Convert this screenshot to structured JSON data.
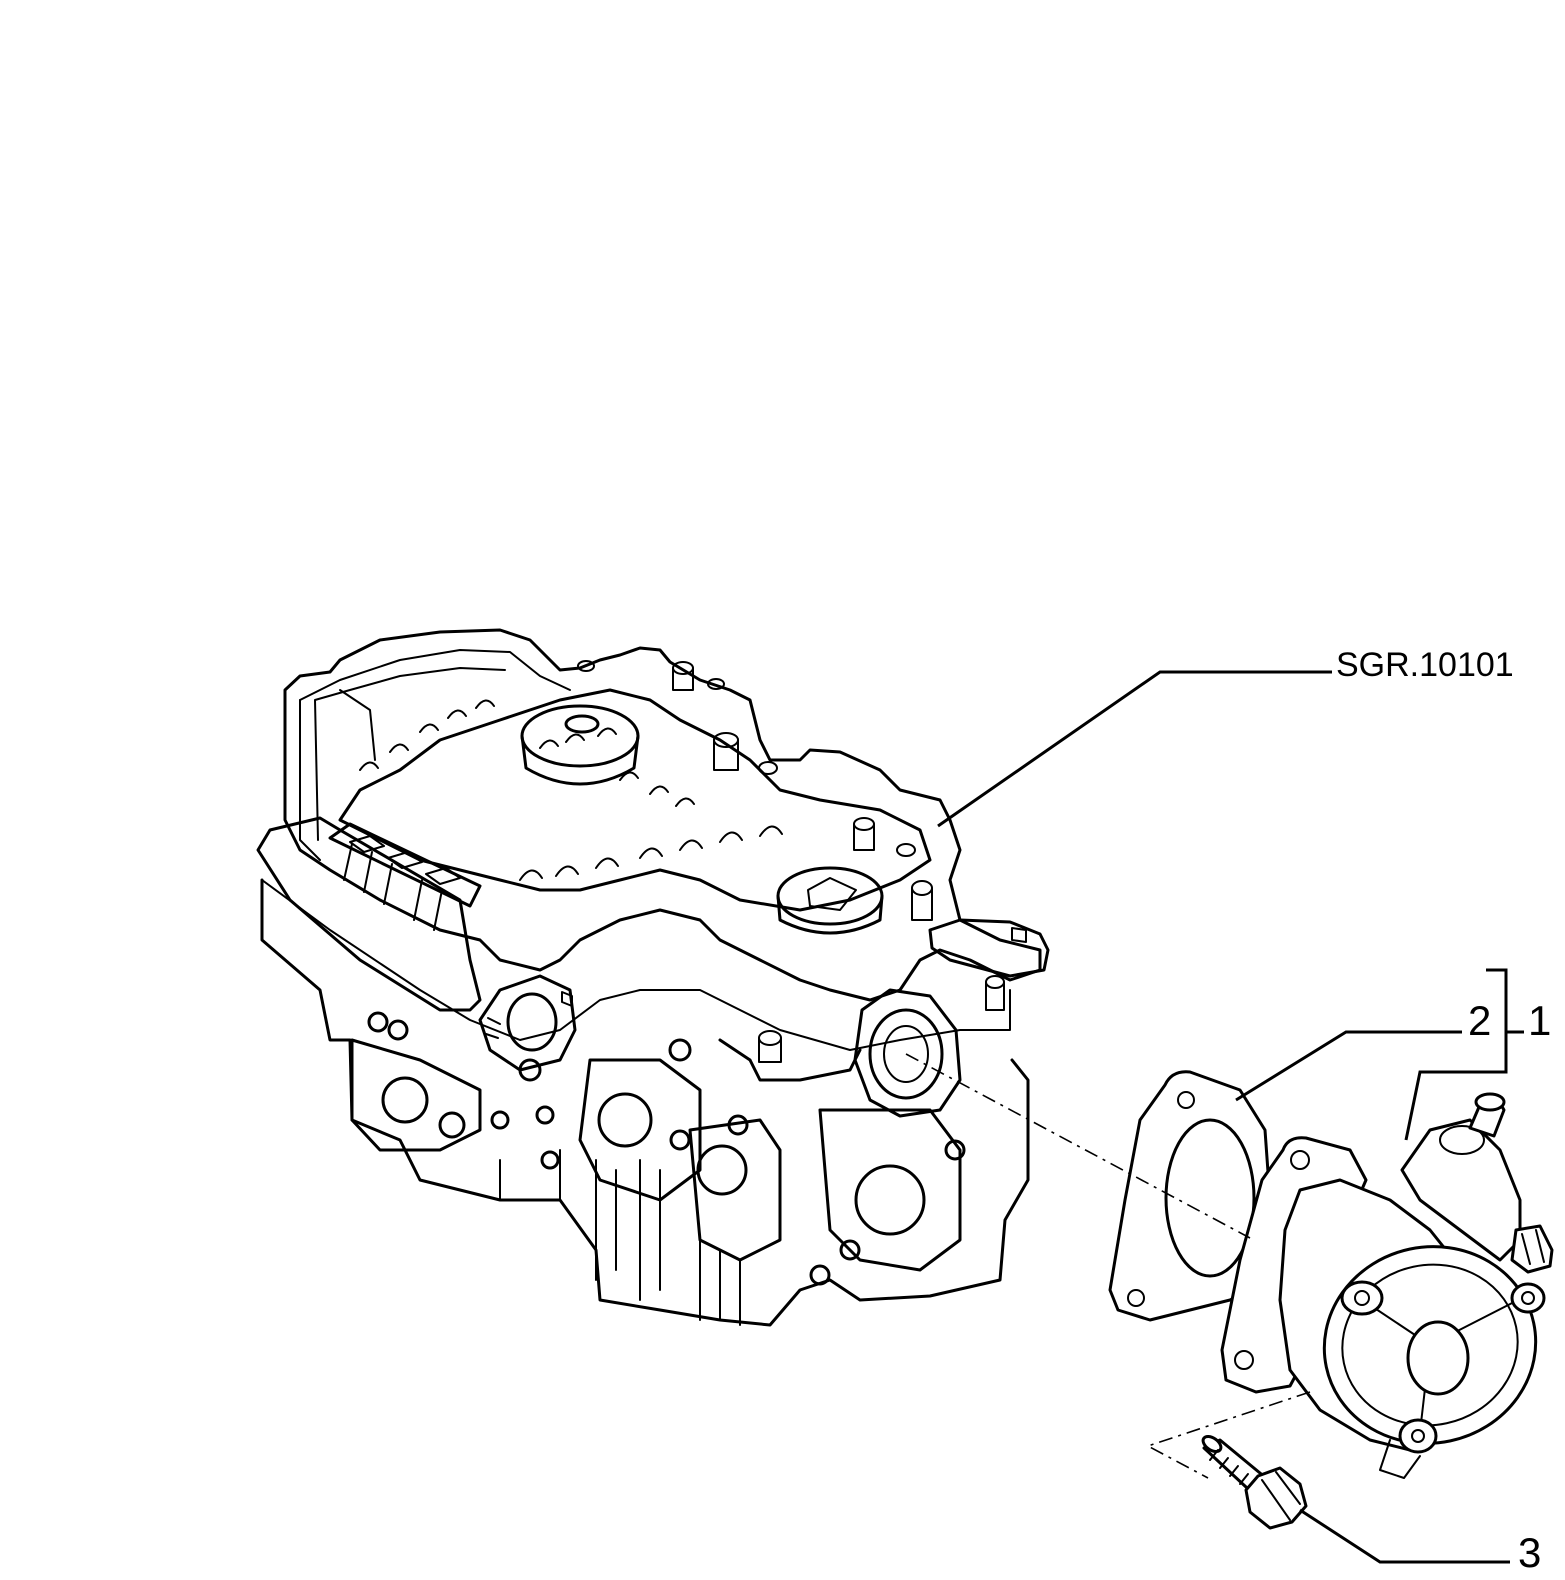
{
  "callouts": {
    "assembly_ref": "SGR.10101",
    "item_1": "1",
    "item_2": "2",
    "item_3": "3"
  },
  "parts": {
    "engine_head_icon": "engine-cylinder-head-icon",
    "vacuum_pump_icon": "vacuum-pump-icon",
    "gasket_icon": "gasket-icon",
    "bolt_icon": "bolt-icon"
  },
  "colors": {
    "line": "#000000",
    "background": "#ffffff"
  }
}
